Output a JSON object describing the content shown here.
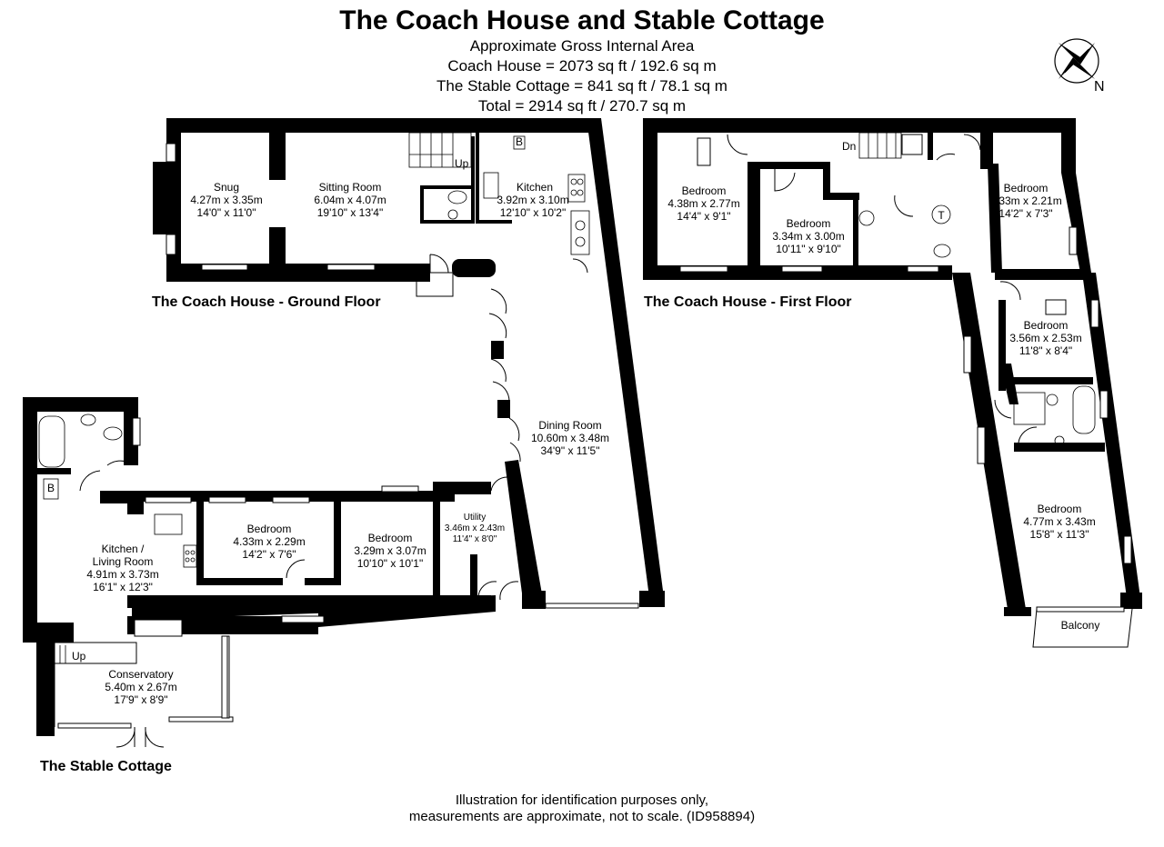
{
  "header": {
    "title": "The Coach House and Stable Cottage",
    "subtitle": "Approximate Gross Internal Area",
    "area_coach_house": "Coach House = 2073 sq ft / 192.6 sq m",
    "area_stable_cottage": "The Stable Cottage = 841 sq ft / 78.1 sq m",
    "area_total": "Total = 2914 sq ft / 270.7 sq m"
  },
  "compass": {
    "letter": "N"
  },
  "floors": {
    "coach_ground": "The Coach House - Ground Floor",
    "coach_first": "The Coach House - First Floor",
    "stable": "The Stable Cottage"
  },
  "rooms": {
    "snug": {
      "name": "Snug",
      "metric": "4.27m x 3.35m",
      "imperial": "14'0\" x 11'0\""
    },
    "sitting": {
      "name": "Sitting Room",
      "metric": "6.04m x 4.07m",
      "imperial": "19'10\" x 13'4\""
    },
    "kitchen": {
      "name": "Kitchen",
      "metric": "3.92m x 3.10m",
      "imperial": "12'10\" x 10'2\""
    },
    "dining": {
      "name": "Dining Room",
      "metric": "10.60m x 3.48m",
      "imperial": "34'9\" x 11'5\""
    },
    "utility": {
      "name": "Utility",
      "metric": "3.46m x 2.43m",
      "imperial": "11'4\" x 8'0\""
    },
    "fb1": {
      "name": "Bedroom",
      "metric": "4.38m x 2.77m",
      "imperial": "14'4\" x 9'1\""
    },
    "fb2": {
      "name": "Bedroom",
      "metric": "3.34m x 3.00m",
      "imperial": "10'11\" x 9'10\""
    },
    "fb3": {
      "name": "Bedroom",
      "metric": "4.33m x 2.21m",
      "imperial": "14'2\" x 7'3\""
    },
    "fb4": {
      "name": "Bedroom",
      "metric": "3.56m x 2.53m",
      "imperial": "11'8\" x 8'4\""
    },
    "fb5": {
      "name": "Bedroom",
      "metric": "4.77m x 3.43m",
      "imperial": "15'8\" x 11'3\""
    },
    "balcony": {
      "name": "Balcony"
    },
    "sc_kitchen": {
      "name1": "Kitchen /",
      "name2": "Living Room",
      "metric": "4.91m x 3.73m",
      "imperial": "16'1\" x 12'3\""
    },
    "sc_bed1": {
      "name": "Bedroom",
      "metric": "4.33m x 2.29m",
      "imperial": "14'2\" x 7'6\""
    },
    "sc_bed2": {
      "name": "Bedroom",
      "metric": "3.29m x 3.07m",
      "imperial": "10'10\" x 10'1\""
    },
    "conservatory": {
      "name": "Conservatory",
      "metric": "5.40m x 2.67m",
      "imperial": "17'9\" x 8'9\""
    }
  },
  "tags": {
    "up_ground": "Up",
    "dn_first": "Dn",
    "up_stable": "Up",
    "boiler_ground": "B",
    "boiler_stable": "B",
    "tank": "T"
  },
  "footer": {
    "line1": "Illustration for identification purposes only,",
    "line2": "measurements are approximate, not to scale. (ID958894)"
  }
}
